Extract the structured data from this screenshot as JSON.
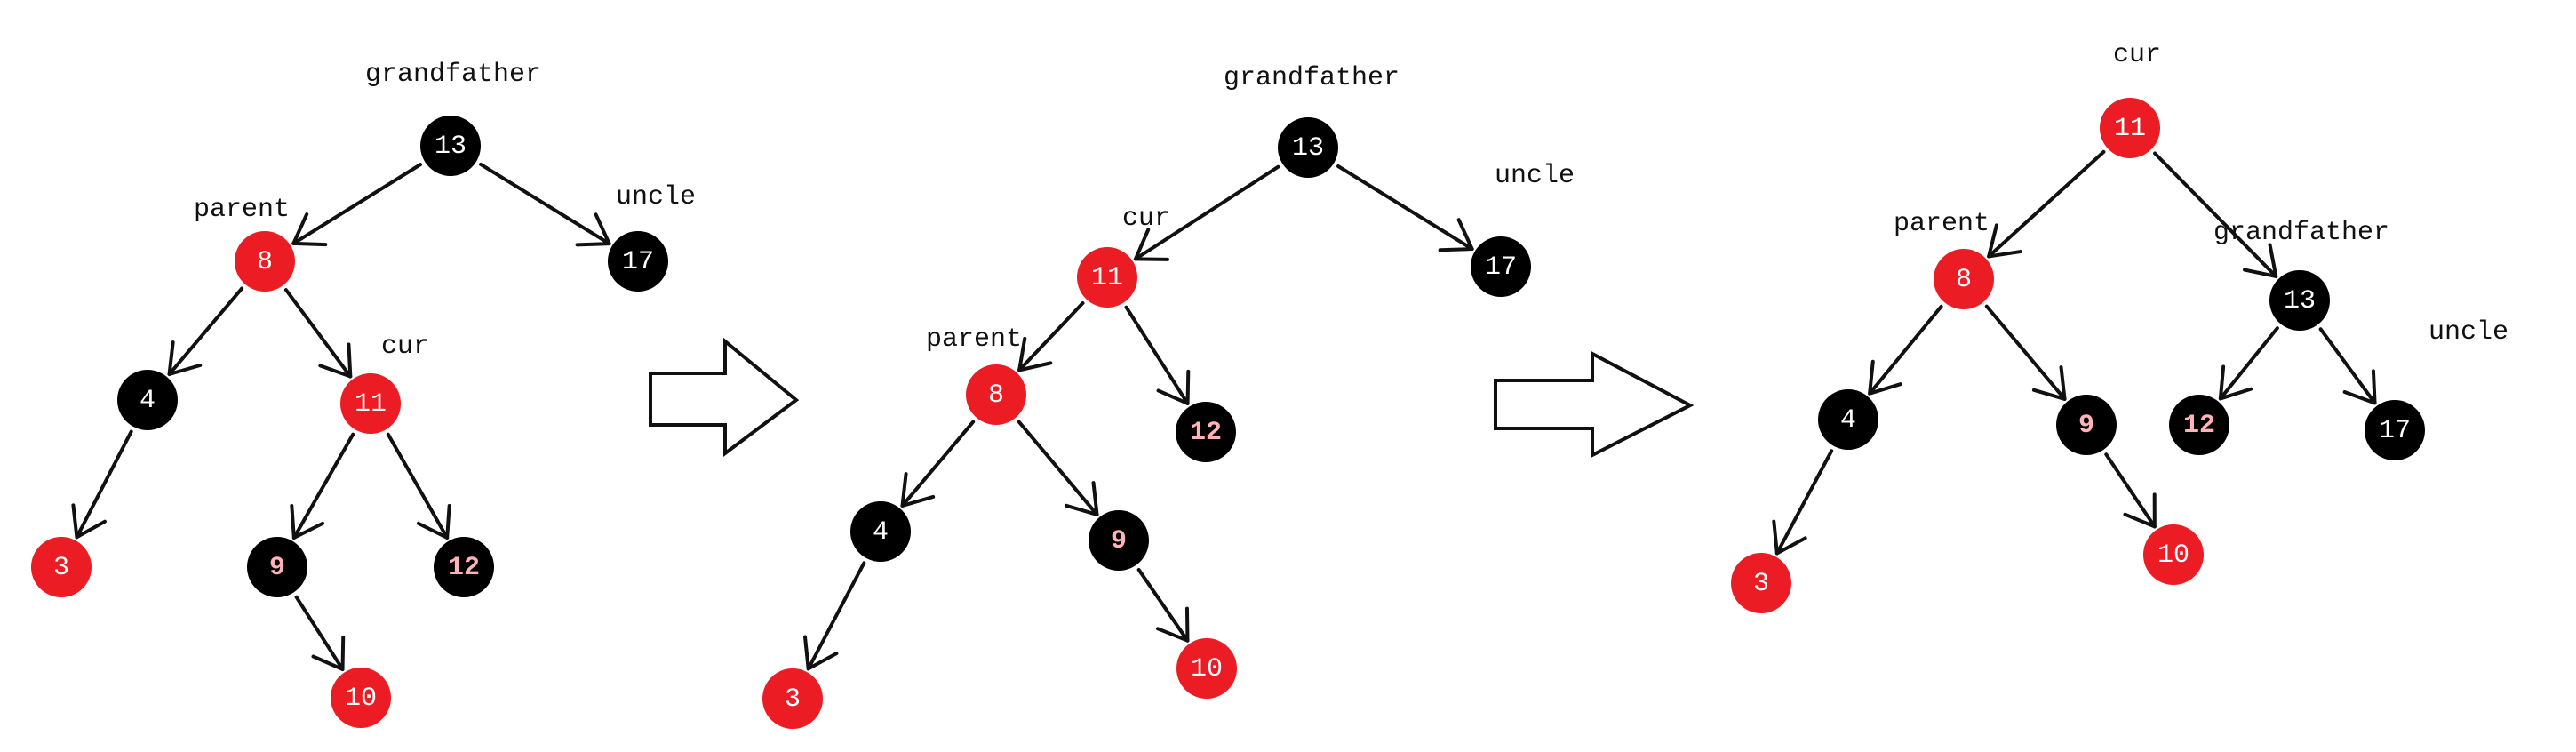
{
  "colors": {
    "red": "#ec1c24",
    "black": "#000000",
    "label_on_red": "#ffffff",
    "label_on_black": "#ffffff",
    "label_bold_on_black": "#ffb3b8",
    "edge": "#111111"
  },
  "stages": [
    {
      "id": "before",
      "nodes": [
        {
          "id": "n13",
          "value": "13",
          "color": "black"
        },
        {
          "id": "n8",
          "value": "8",
          "color": "red"
        },
        {
          "id": "n17",
          "value": "17",
          "color": "black"
        },
        {
          "id": "n4",
          "value": "4",
          "color": "black"
        },
        {
          "id": "n11",
          "value": "11",
          "color": "red"
        },
        {
          "id": "n3",
          "value": "3",
          "color": "red"
        },
        {
          "id": "n9",
          "value": "9",
          "color": "black",
          "bold": true
        },
        {
          "id": "n12",
          "value": "12",
          "color": "black",
          "bold": true
        },
        {
          "id": "n10",
          "value": "10",
          "color": "red"
        }
      ],
      "edges": [
        [
          "n13",
          "n8"
        ],
        [
          "n13",
          "n17"
        ],
        [
          "n8",
          "n4"
        ],
        [
          "n8",
          "n11"
        ],
        [
          "n4",
          "n3"
        ],
        [
          "n11",
          "n9"
        ],
        [
          "n11",
          "n12"
        ],
        [
          "n9",
          "n10"
        ]
      ],
      "labels": [
        {
          "id": "grandfather",
          "text": "grandfather"
        },
        {
          "id": "parent",
          "text": "parent"
        },
        {
          "id": "uncle",
          "text": "uncle"
        },
        {
          "id": "cur",
          "text": "cur"
        }
      ]
    },
    {
      "id": "after-left-rotate",
      "nodes": [
        {
          "id": "n13",
          "value": "13",
          "color": "black"
        },
        {
          "id": "n11",
          "value": "11",
          "color": "red"
        },
        {
          "id": "n17",
          "value": "17",
          "color": "black"
        },
        {
          "id": "n8",
          "value": "8",
          "color": "red"
        },
        {
          "id": "n12",
          "value": "12",
          "color": "black",
          "bold": true
        },
        {
          "id": "n4",
          "value": "4",
          "color": "black"
        },
        {
          "id": "n9",
          "value": "9",
          "color": "black",
          "bold": true
        },
        {
          "id": "n3",
          "value": "3",
          "color": "red"
        },
        {
          "id": "n10",
          "value": "10",
          "color": "red"
        }
      ],
      "edges": [
        [
          "n13",
          "n11"
        ],
        [
          "n13",
          "n17"
        ],
        [
          "n11",
          "n8"
        ],
        [
          "n11",
          "n12"
        ],
        [
          "n8",
          "n4"
        ],
        [
          "n8",
          "n9"
        ],
        [
          "n4",
          "n3"
        ],
        [
          "n9",
          "n10"
        ]
      ],
      "labels": [
        {
          "id": "grandfather",
          "text": "grandfather"
        },
        {
          "id": "uncle",
          "text": "uncle"
        },
        {
          "id": "cur",
          "text": "cur"
        },
        {
          "id": "parent",
          "text": "parent"
        }
      ]
    },
    {
      "id": "after-right-rotate",
      "nodes": [
        {
          "id": "n11",
          "value": "11",
          "color": "red"
        },
        {
          "id": "n8",
          "value": "8",
          "color": "red"
        },
        {
          "id": "n13",
          "value": "13",
          "color": "black"
        },
        {
          "id": "n4",
          "value": "4",
          "color": "black"
        },
        {
          "id": "n9",
          "value": "9",
          "color": "black",
          "bold": true
        },
        {
          "id": "n12",
          "value": "12",
          "color": "black",
          "bold": true
        },
        {
          "id": "n17",
          "value": "17",
          "color": "black"
        },
        {
          "id": "n3",
          "value": "3",
          "color": "red"
        },
        {
          "id": "n10",
          "value": "10",
          "color": "red"
        }
      ],
      "edges": [
        [
          "n11",
          "n8"
        ],
        [
          "n11",
          "n13"
        ],
        [
          "n8",
          "n4"
        ],
        [
          "n8",
          "n9"
        ],
        [
          "n13",
          "n12"
        ],
        [
          "n13",
          "n17"
        ],
        [
          "n4",
          "n3"
        ],
        [
          "n9",
          "n10"
        ]
      ],
      "labels": [
        {
          "id": "cur",
          "text": "cur"
        },
        {
          "id": "parent",
          "text": "parent"
        },
        {
          "id": "grandfather",
          "text": "grandfather"
        },
        {
          "id": "uncle",
          "text": "uncle"
        }
      ]
    }
  ],
  "transition_arrows": [
    "step-1",
    "step-2"
  ]
}
